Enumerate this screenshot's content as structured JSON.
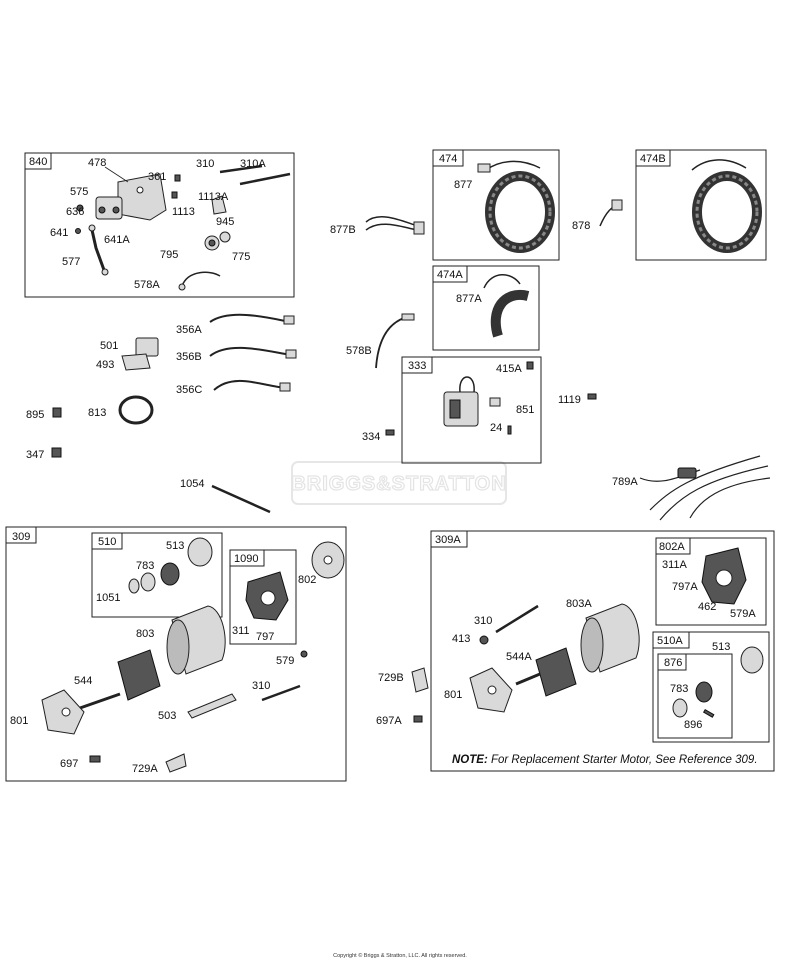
{
  "watermark": "BRIGGS&STRATTON",
  "copyright": "Copyright © Briggs & Stratton, LLC. All rights reserved.",
  "note": {
    "bold": "NOTE:",
    "text": " For Replacement Starter Motor, See Reference 309."
  },
  "boxes": {
    "b840": "840",
    "b474": "474",
    "b474B": "474B",
    "b474A": "474A",
    "b333": "333",
    "b309": "309",
    "b510": "510",
    "b1090": "1090",
    "b309A": "309A",
    "b802A": "802A",
    "b510A": "510A",
    "b876": "876"
  },
  "labels": {
    "p478": "478",
    "p361": "361",
    "p310t": "310",
    "p310A": "310A",
    "p575": "575",
    "p1113A": "1113A",
    "p636": "636",
    "p1113": "1113",
    "p945": "945",
    "p641": "641",
    "p641A": "641A",
    "p795": "795",
    "p775": "775",
    "p577": "577",
    "p578A": "578A",
    "p877": "877",
    "p877B": "877B",
    "p878": "878",
    "p877A": "877A",
    "p578B": "578B",
    "p356A": "356A",
    "p501": "501",
    "p356B": "356B",
    "p493": "493",
    "p356C": "356C",
    "p895": "895",
    "p813": "813",
    "p347": "347",
    "p415A": "415A",
    "p851": "851",
    "p334": "334",
    "p24": "24",
    "p1119": "1119",
    "p789A": "789A",
    "p1054": "1054",
    "p513": "513",
    "p783": "783",
    "p1051": "1051",
    "p802": "802",
    "p311": "311",
    "p797": "797",
    "p803": "803",
    "p579": "579",
    "p544": "544",
    "p310b": "310",
    "p503": "503",
    "p801": "801",
    "p697": "697",
    "p729A": "729A",
    "p729B": "729B",
    "p697A": "697A",
    "p310c": "310",
    "p803A": "803A",
    "p413": "413",
    "p544A": "544A",
    "p801b": "801",
    "p311A": "311A",
    "p797A": "797A",
    "p462": "462",
    "p579A": "579A",
    "p513b": "513",
    "p783b": "783",
    "p896": "896"
  }
}
